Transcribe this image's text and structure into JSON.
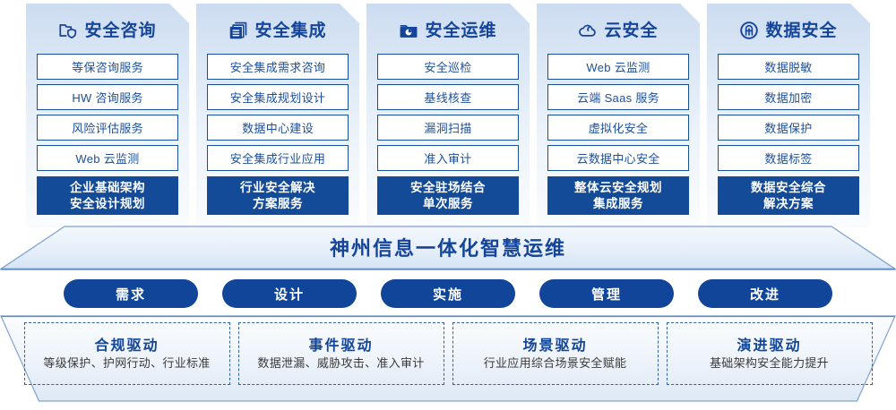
{
  "pillars": [
    {
      "icon": "folder-shield-icon",
      "title": "安全咨询",
      "items": [
        "等保咨询服务",
        "HW 咨询服务",
        "风险评估服务",
        "Web 云监测"
      ],
      "highlight_line1": "企业基础架构",
      "highlight_line2": "安全设计规划"
    },
    {
      "icon": "documents-stack-icon",
      "title": "安全集成",
      "items": [
        "安全集成需求咨询",
        "安全集成规划设计",
        "数据中心建设",
        "安全集成行业应用"
      ],
      "highlight_line1": "行业安全解决",
      "highlight_line2": "方案服务"
    },
    {
      "icon": "folder-chart-icon",
      "title": "安全运维",
      "items": [
        "安全巡检",
        "基线核查",
        "漏洞扫描",
        "准入审计"
      ],
      "highlight_line1": "安全驻场结合",
      "highlight_line2": "单次服务"
    },
    {
      "icon": "cloud-icon",
      "title": "云安全",
      "items": [
        "Web 云监测",
        "云端 Saas 服务",
        "虚拟化安全",
        "云数据中心安全"
      ],
      "highlight_line1": "整体云安全规划",
      "highlight_line2": "集成服务"
    },
    {
      "icon": "fingerprint-icon",
      "title": "数据安全",
      "items": [
        "数据脱敏",
        "数据加密",
        "数据保护",
        "数据标签"
      ],
      "highlight_line1": "数据安全综合",
      "highlight_line2": "解决方案"
    }
  ],
  "banner": {
    "title": "神州信息一体化智慧运维"
  },
  "phases": [
    {
      "label": "需求"
    },
    {
      "label": "设计"
    },
    {
      "label": "实施"
    },
    {
      "label": "管理"
    },
    {
      "label": "改进"
    }
  ],
  "drivers": [
    {
      "title": "合规驱动",
      "subtitle": "等级保护、护网行动、行业标准"
    },
    {
      "title": "事件驱动",
      "subtitle": "数据泄漏、威胁攻击、准入审计"
    },
    {
      "title": "场景驱动",
      "subtitle": "行业应用综合场景安全赋能"
    },
    {
      "title": "演进驱动",
      "subtitle": "基础架构安全能力提升"
    }
  ],
  "colors": {
    "brand_blue": "#14459a",
    "solid_navy": "#144b98",
    "card_border": "#18509c",
    "dashed_border": "#2f5fa8"
  }
}
